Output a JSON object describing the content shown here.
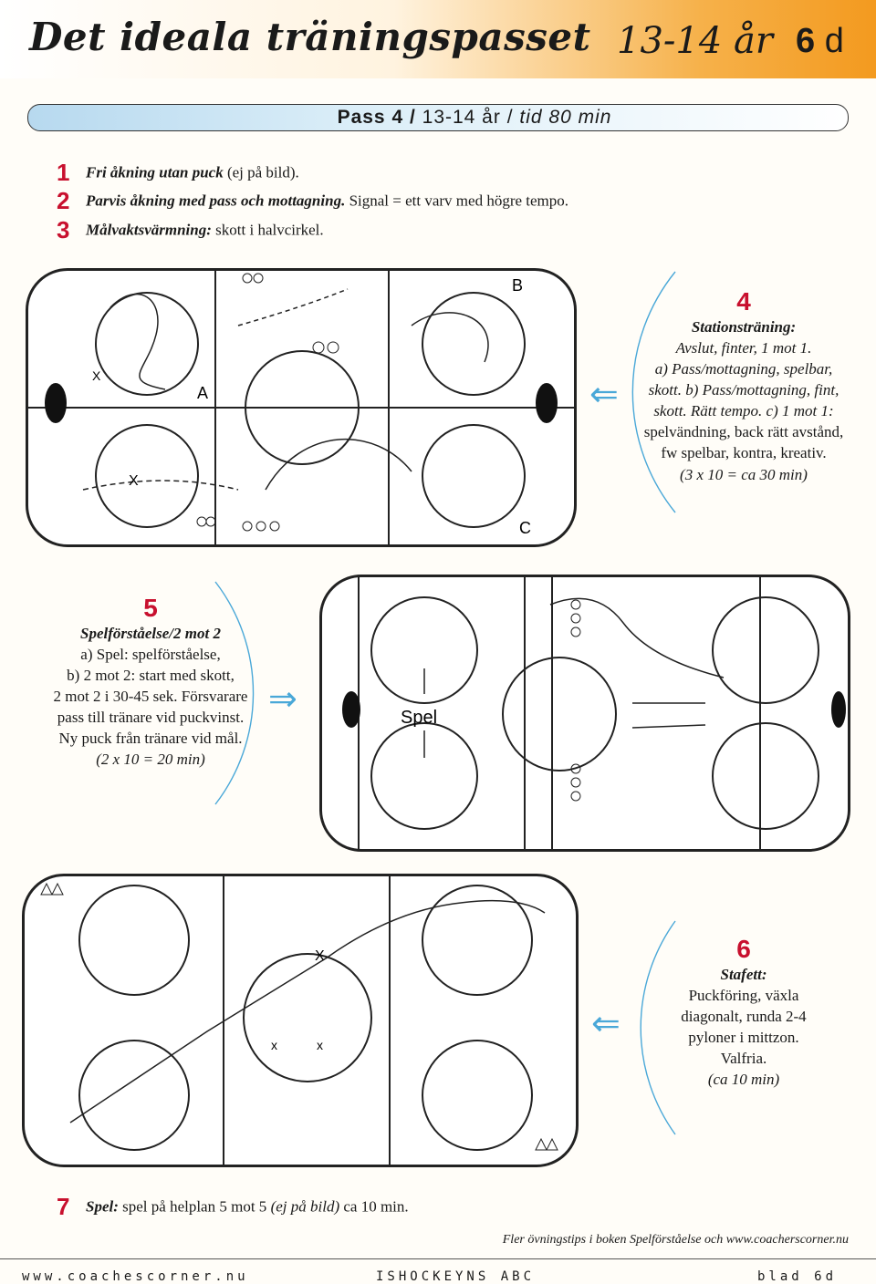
{
  "header": {
    "title": "Det ideala träningspasset",
    "age": "13-14 år",
    "blad_num": "6",
    "blad_letter": "d"
  },
  "pass_bar": {
    "pass": "Pass 4 /",
    "age": "13-14 år /",
    "time": "tid 80 min"
  },
  "items": [
    {
      "num": "1",
      "bold": "Fri åkning utan puck",
      "text": " (ej på bild)."
    },
    {
      "num": "2",
      "bold": "Parvis åkning med pass och mottagning.",
      "text": " Signal = ett varv med högre tempo."
    },
    {
      "num": "3",
      "bold": "Målvaktsvärmning:",
      "text": " skott i halvcirkel."
    }
  ],
  "station4": {
    "num": "4",
    "title": "Stationsträning:",
    "line1": "Avslut, finter, 1 mot 1.",
    "line2": "a) Pass/mottagning, spelbar,",
    "line3": "skott. b) Pass/mottagning, fint,",
    "line4": "skott. Rätt tempo. c) 1 mot 1:",
    "line5": "spelvändning, back rätt avstånd,",
    "line6": "fw spelbar, kontra, kreativ.",
    "time": "(3 x 10 = ca 30 min)",
    "rink_labels": [
      "A",
      "B",
      "C"
    ]
  },
  "station5": {
    "num": "5",
    "title": "Spelförståelse/2 mot 2",
    "line1": "a) Spel: spelförståelse,",
    "line2": "b) 2 mot 2: start med skott,",
    "line3": "2 mot 2 i 30-45 sek. Försvarare",
    "line4": "pass till tränare vid puckvinst.",
    "line5": "Ny puck från tränare vid mål.",
    "time": "(2 x 10 = 20 min)",
    "rink_label": "Spel"
  },
  "station6": {
    "num": "6",
    "title": "Stafett:",
    "line1": "Puckföring, växla",
    "line2": "diagonalt, runda 2-4",
    "line3": "pyloner i mittzon.",
    "line4": "Valfria.",
    "time": "(ca 10 min)"
  },
  "item7": {
    "num": "7",
    "bold": "Spel:",
    "text": " spel på helplan 5 mot 5 ",
    "italic": "(ej på bild)",
    "tail": " ca 10 min."
  },
  "tips": "Fler övningstips i boken Spelförståelse och www.coacherscorner.nu",
  "footer": {
    "left": "www.coachescorner.nu",
    "center": "ISHOCKEYNS ABC",
    "right": "blad 6d"
  },
  "colors": {
    "accent_red": "#c8102e",
    "accent_blue": "#4aa8d8",
    "header_orange": "#f39a1f"
  },
  "icons": [
    "left-arrow-icon",
    "right-arrow-icon",
    "left-arrow-icon"
  ]
}
